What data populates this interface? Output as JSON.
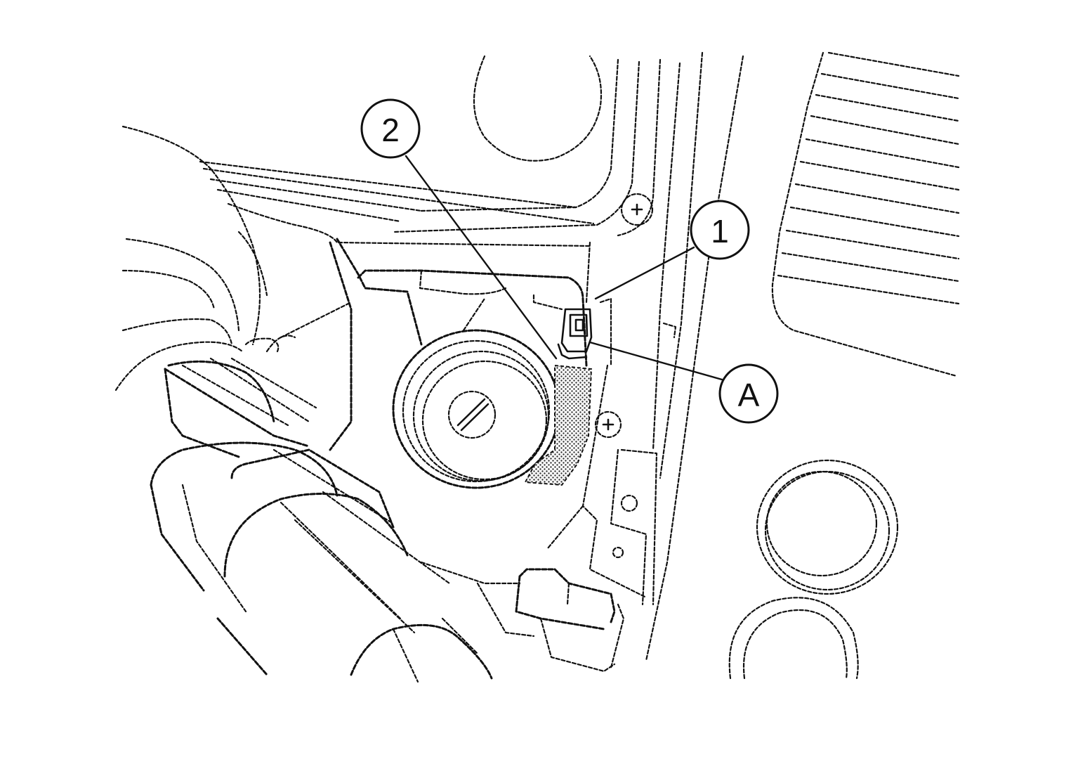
{
  "callouts": [
    {
      "id": "callout-1",
      "label": "1"
    },
    {
      "id": "callout-2",
      "label": "2"
    },
    {
      "id": "callout-a",
      "label": "A"
    }
  ],
  "colors": {
    "line": "#111111",
    "background": "#ffffff",
    "shading": "#444444"
  }
}
